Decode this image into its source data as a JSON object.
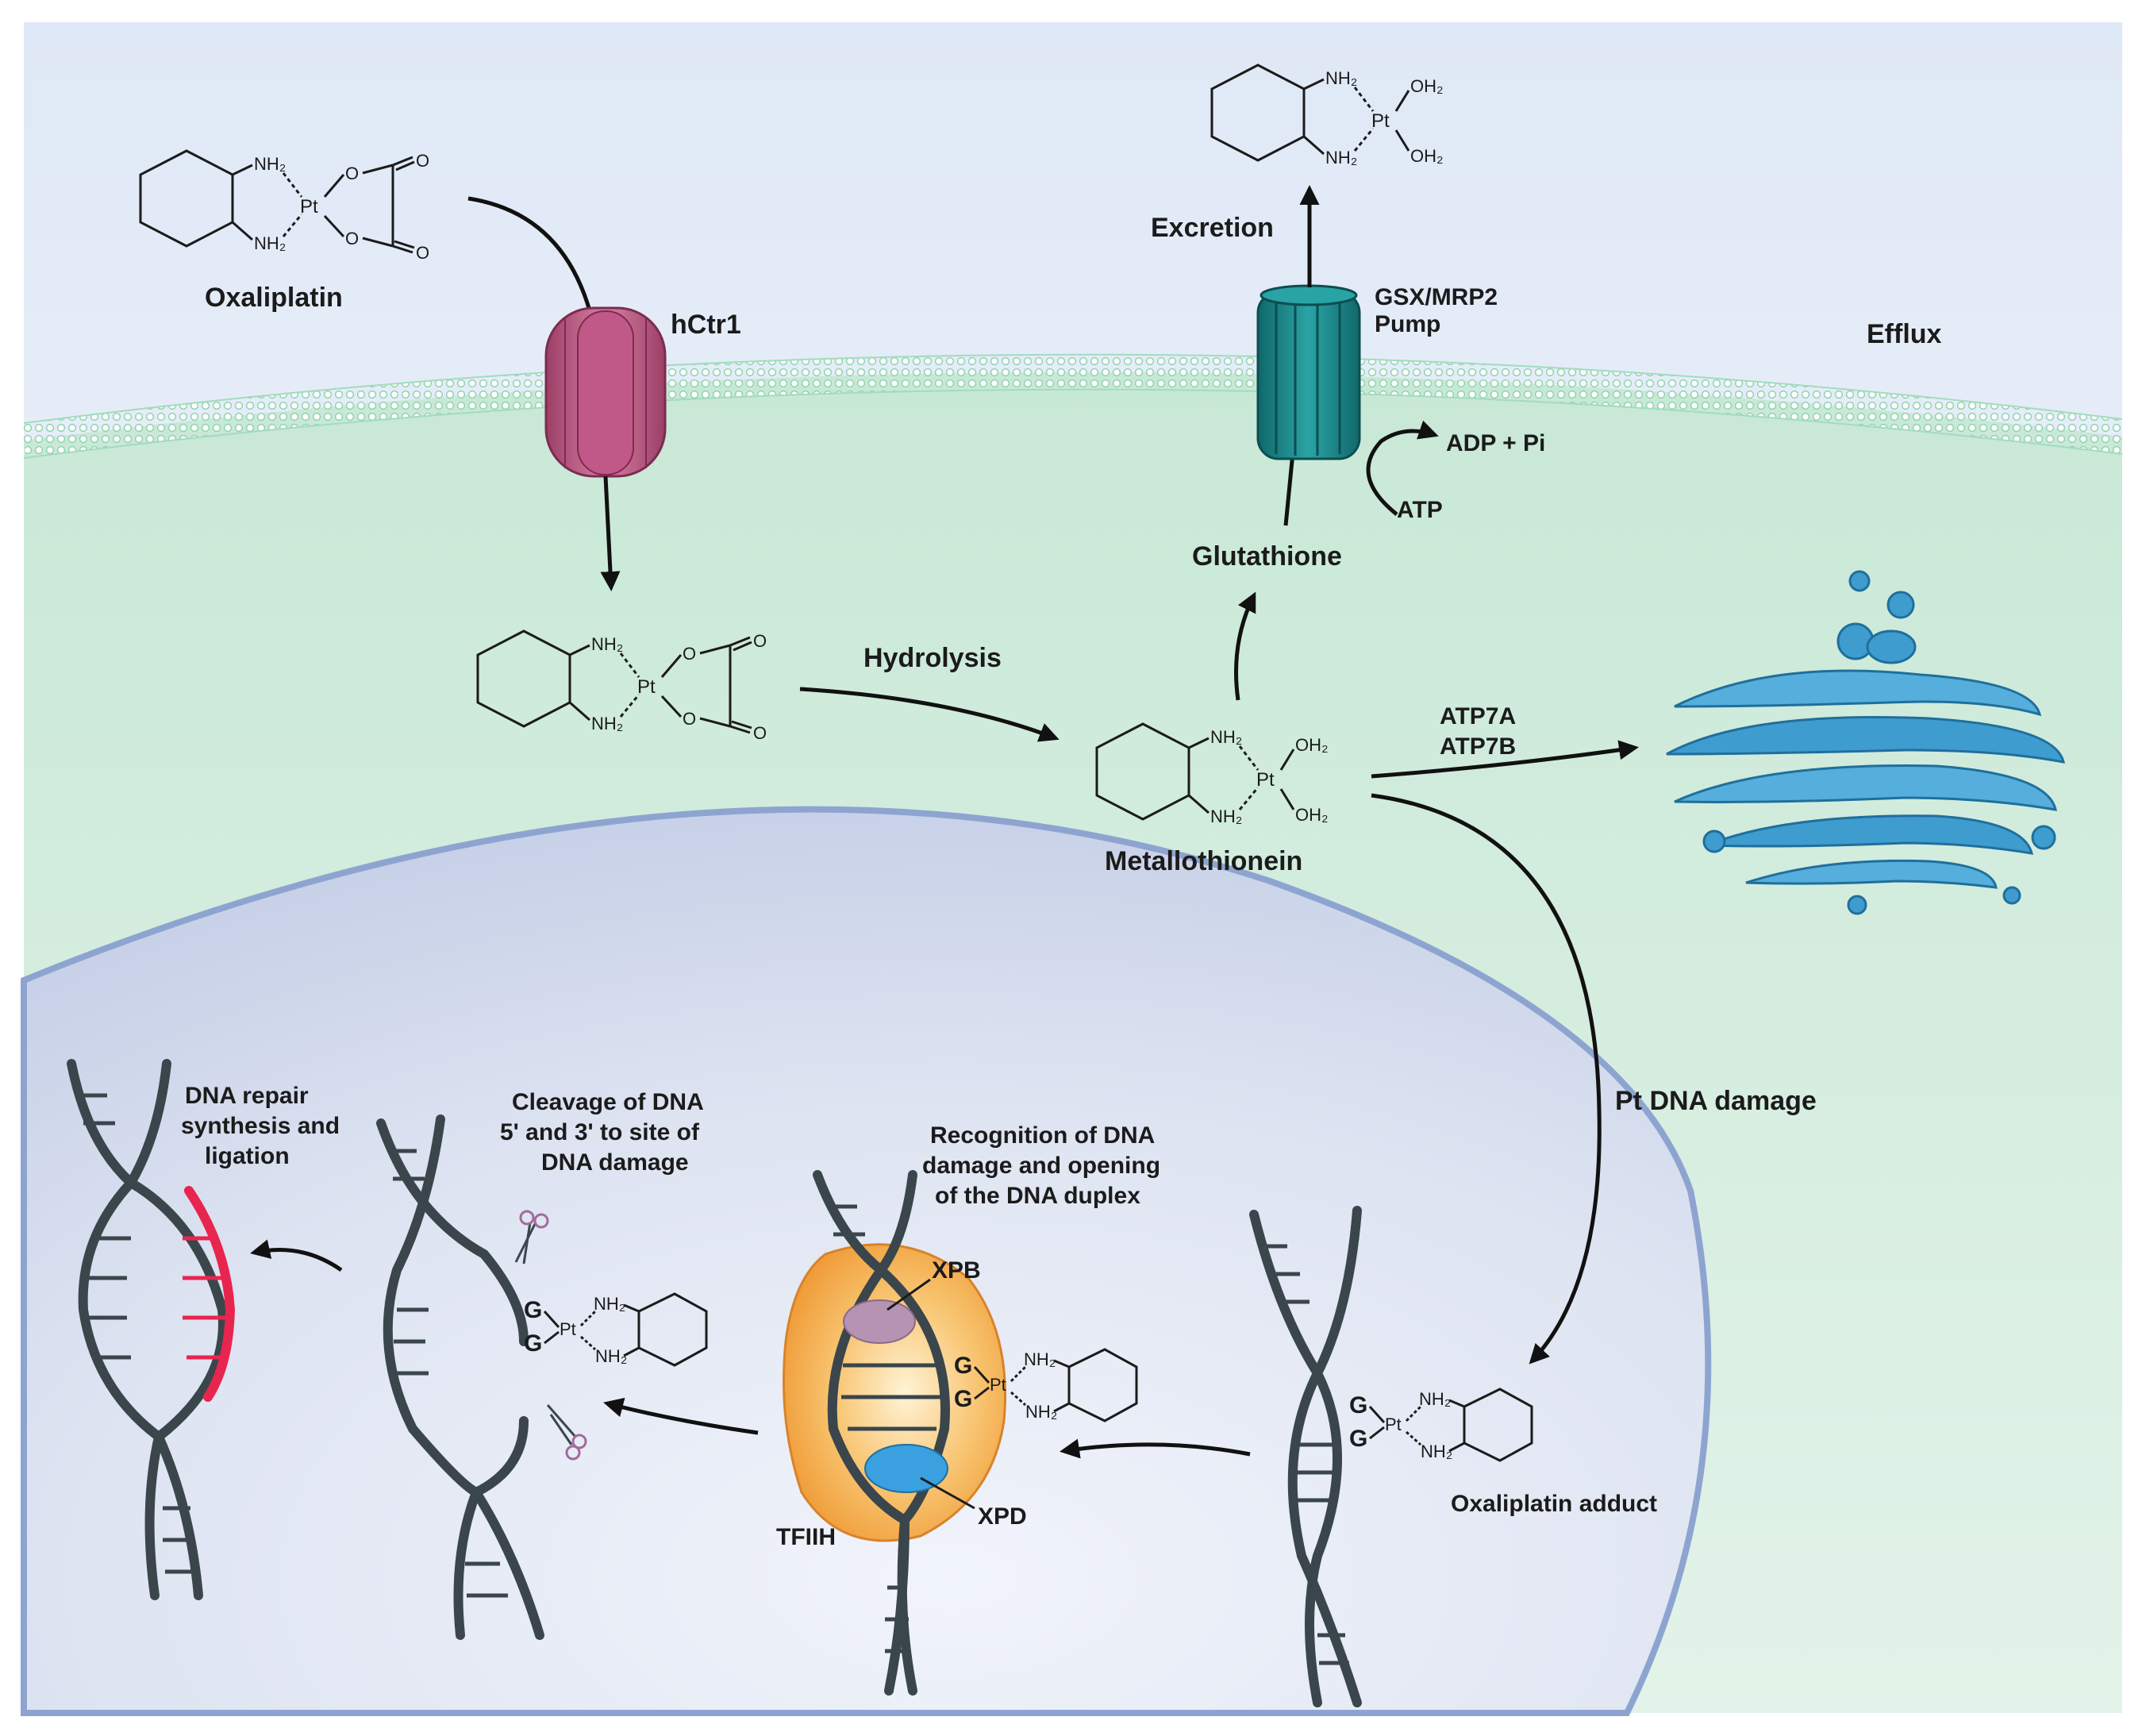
{
  "molecules": {
    "atom_nh2": "NH₂",
    "atom_oh2": "OH₂",
    "atom_pt": "Pt",
    "atom_o": "O",
    "atom_g": "G"
  },
  "labels": {
    "oxaliplatin": "Oxaliplatin",
    "hctr1": "hCtr1",
    "excretion": "Excretion",
    "pump_line1": "GSX/MRP2",
    "pump_line2": "Pump",
    "efflux": "Efflux",
    "adp_pi": "ADP + Pi",
    "atp": "ATP",
    "glutathione": "Glutathione",
    "hydrolysis": "Hydrolysis",
    "atp7a": "ATP7A",
    "atp7b": "ATP7B",
    "metallothionein": "Metallothionein",
    "pt_dna_damage": "Pt DNA damage",
    "repair_line1": "DNA repair",
    "repair_line2": "synthesis and",
    "repair_line3": "ligation",
    "cleavage_line1": "Cleavage of DNA",
    "cleavage_line2": "5' and 3' to site of",
    "cleavage_line3": "DNA damage",
    "recognition_line1": "Recognition of DNA",
    "recognition_line2": "damage and opening",
    "recognition_line3": "of the DNA duplex",
    "xpb": "XPB",
    "xpd": "XPD",
    "tfiih": "TFIIH",
    "adduct": "Oxaliplatin adduct"
  },
  "colors": {
    "extracellular": "#eef3fb",
    "cytoplasm": "#d3ecdf",
    "nucleus": "#cdd6ea",
    "membrane": "#7fcfa6",
    "hctr1": "#c9628c",
    "pump": "#1f8d8f",
    "golgi": "#3f9ccf",
    "tfiih": "#f4a13c",
    "xpb": "#b693b3",
    "xpd": "#3aa0df",
    "repair": "#e8254f",
    "dna": "#3a464c",
    "scissors": "#a06c9c"
  }
}
